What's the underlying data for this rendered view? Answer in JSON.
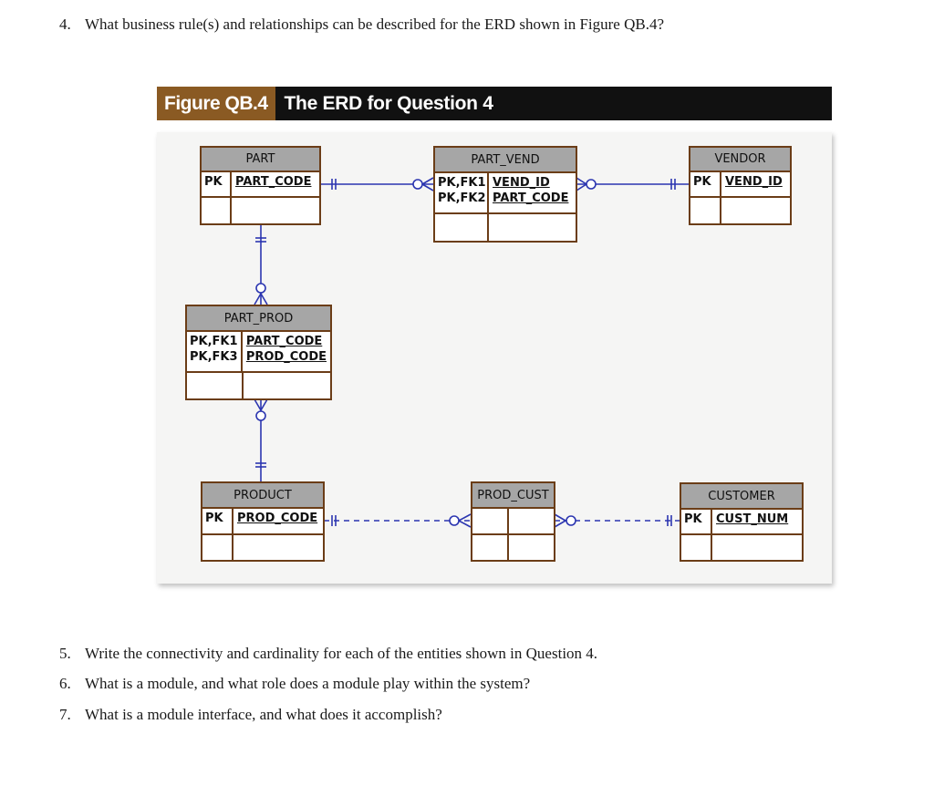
{
  "questions": [
    {
      "num": "4.",
      "text": "What business rule(s) and relationships can be described for the ERD shown in Figure QB.4?"
    },
    {
      "num": "5.",
      "text": "Write the connectivity and cardinality for each of the entities shown in Question 4."
    },
    {
      "num": "6.",
      "text": "What is a module, and what role does a module play within the system?"
    },
    {
      "num": "7.",
      "text": "What is a module interface, and what does it accomplish?"
    }
  ],
  "figure": {
    "label": "Figure QB.4",
    "title": "The ERD for Question 4",
    "label_color": "#8a5a23",
    "line_color": "#2b35b0",
    "entity_border": "#6b3d17"
  },
  "entities": {
    "part": {
      "name": "PART",
      "keys": "PK",
      "attrs": "PART_CODE"
    },
    "part_vend": {
      "name": "PART_VEND",
      "keys": "PK,FK1\nPK,FK2",
      "attrs": "VEND_ID\nPART_CODE"
    },
    "vendor": {
      "name": "VENDOR",
      "keys": "PK",
      "attrs": "VEND_ID"
    },
    "part_prod": {
      "name": "PART_PROD",
      "keys": "PK,FK1\nPK,FK3",
      "attrs": "PART_CODE\nPROD_CODE"
    },
    "product": {
      "name": "PRODUCT",
      "keys": "PK",
      "attrs": "PROD_CODE"
    },
    "prod_cust": {
      "name": "PROD_CUST"
    },
    "customer": {
      "name": "CUSTOMER",
      "keys": "PK",
      "attrs": "CUST_NUM"
    }
  }
}
